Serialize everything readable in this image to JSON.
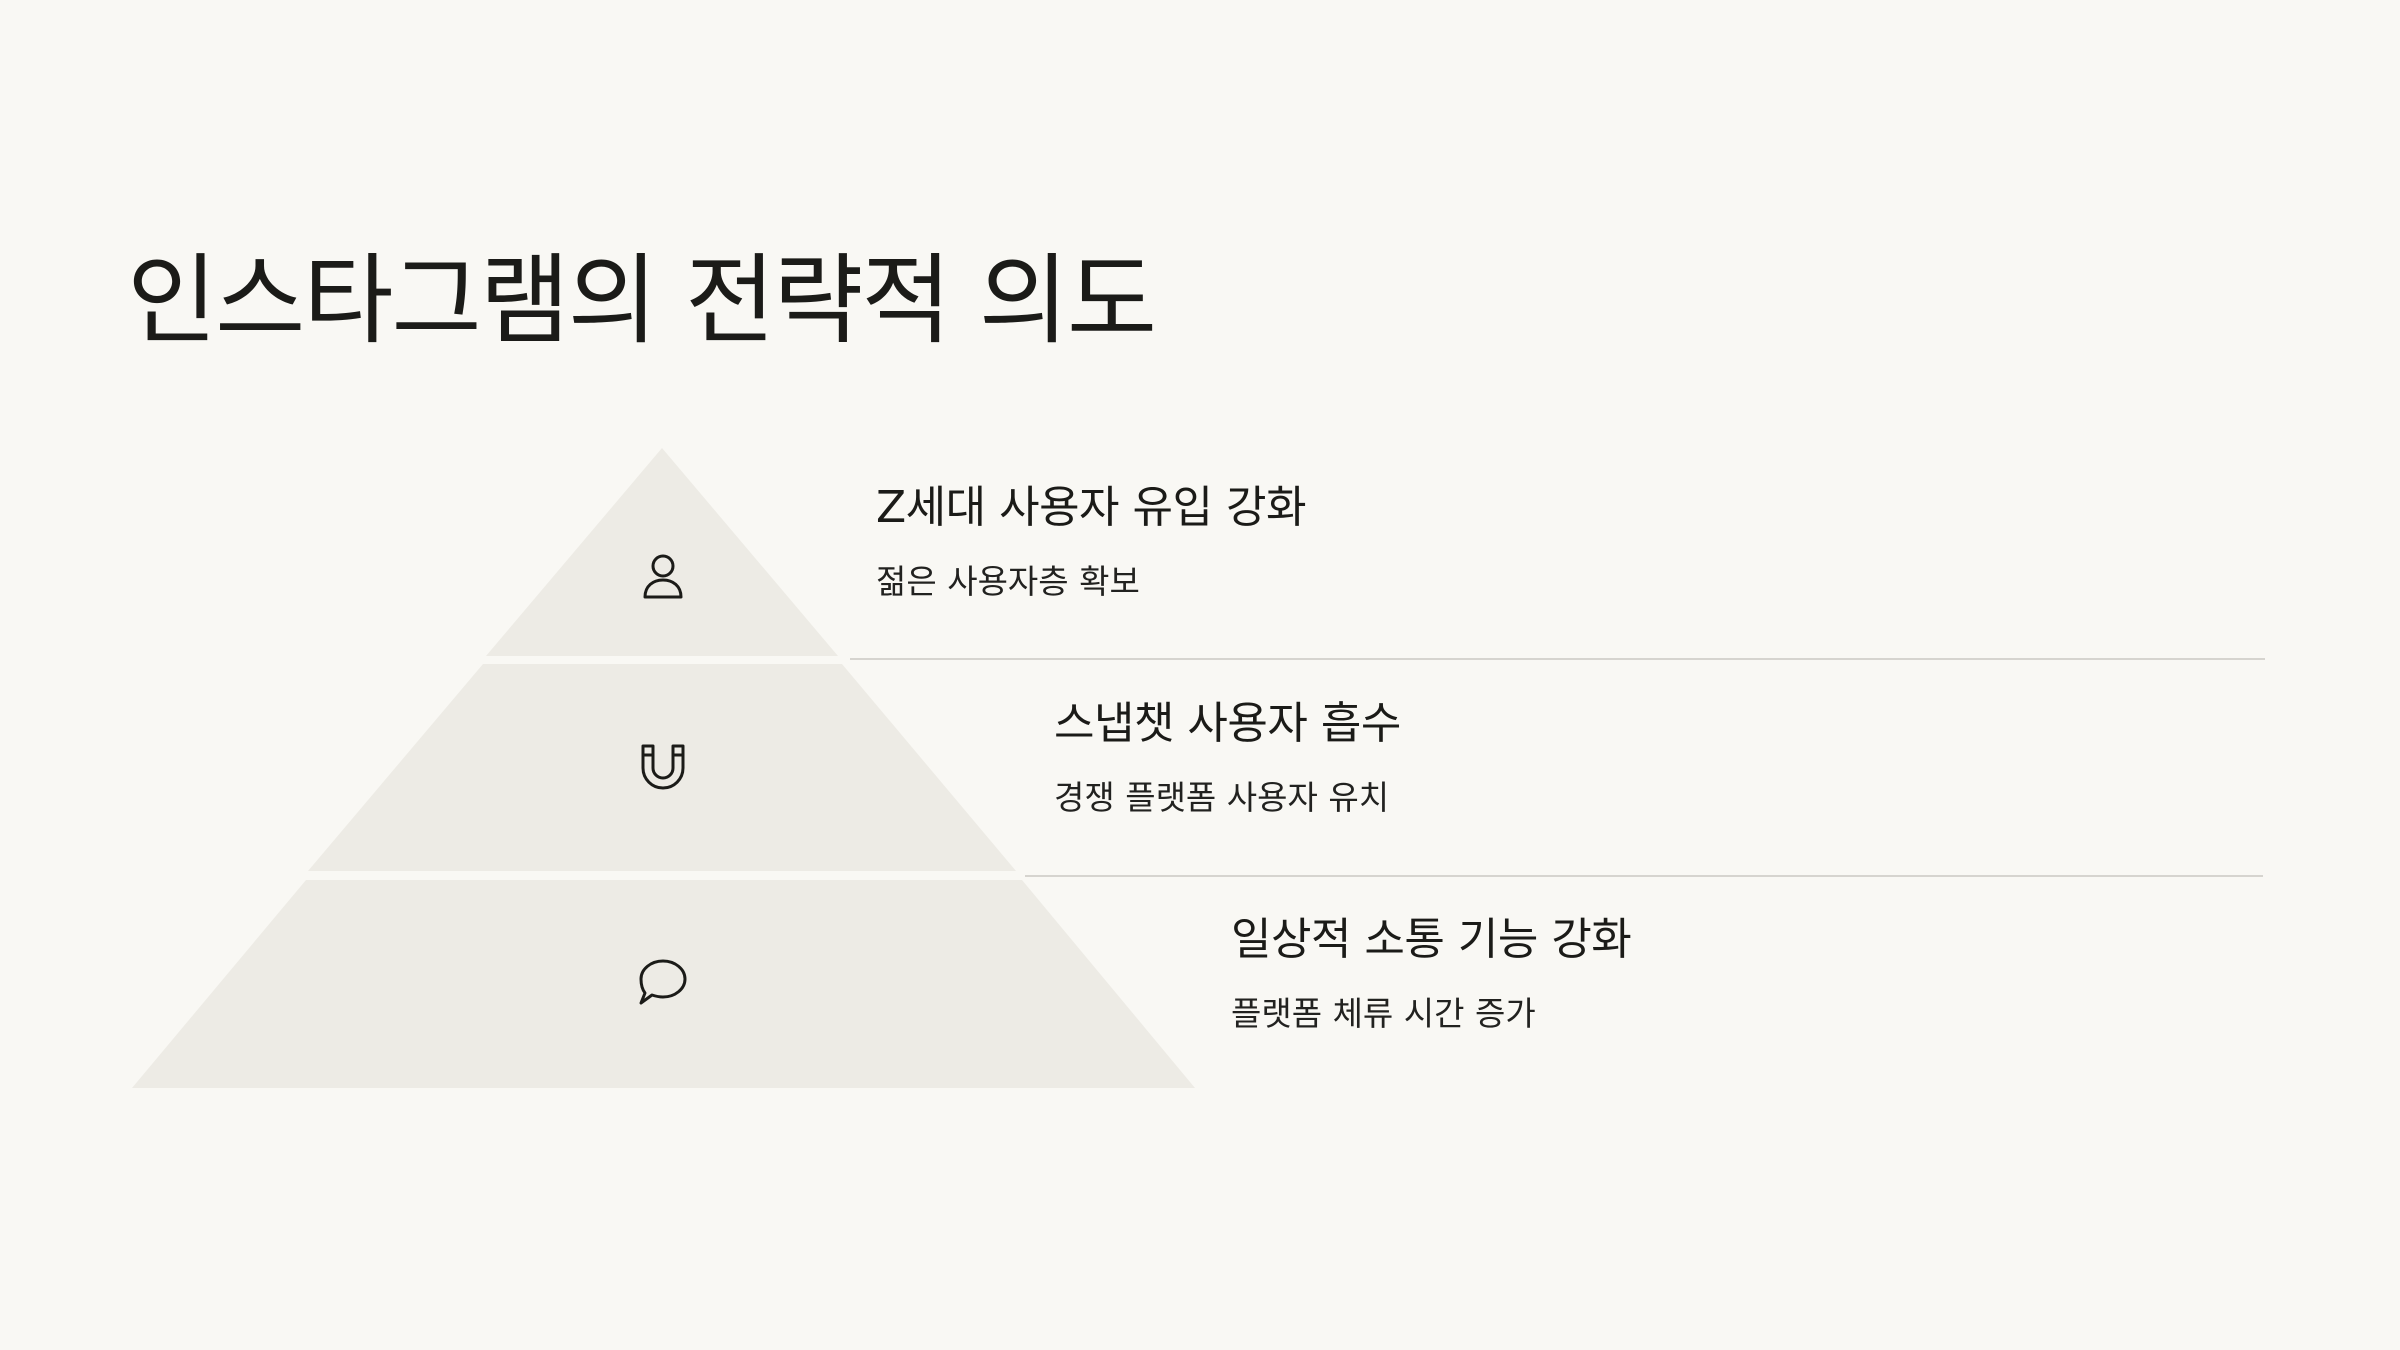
{
  "title": "인스타그램의 전략적 의도",
  "colors": {
    "background": "#f9f8f4",
    "tier_fill": "#edebe5",
    "divider": "#d6d4cf",
    "text": "#1b1b18"
  },
  "tiers": [
    {
      "icon": "user-icon",
      "heading": "Z세대 사용자 유입 강화",
      "subtext": "젊은 사용자층 확보"
    },
    {
      "icon": "magnet-icon",
      "heading": "스냅챗 사용자 흡수",
      "subtext": "경쟁 플랫폼 사용자 유치"
    },
    {
      "icon": "chat-bubble-icon",
      "heading": "일상적 소통 기능 강화",
      "subtext": "플랫폼 체류 시간 증가"
    }
  ]
}
